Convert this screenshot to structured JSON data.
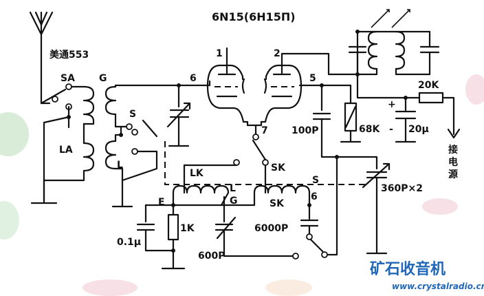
{
  "tube": {
    "title": "6N15(6H15П)"
  },
  "coil_model": "美通553",
  "labels": {
    "sa": "SA",
    "la": "LA",
    "g_top": "G",
    "s_switch": "S",
    "l_coil": "L",
    "pin6": "6",
    "pin1": "1",
    "pin2": "2",
    "pin5": "5",
    "pin7": "7",
    "sk_switch": "SK",
    "lk_coil": "LK",
    "lg_l": "L",
    "lg_g": "G",
    "e_node": "E",
    "sk_coil": "SK",
    "pin6b": "6",
    "s_gang": "S"
  },
  "components": {
    "cap_100p": "100P",
    "res_68k": "68K",
    "res_20k": "20K",
    "cap_20u": "20μ",
    "cap_plus": "+",
    "cap_minus": "-",
    "gang_cap": "360P×2",
    "cap_01u": "0.1μ",
    "res_1k": "1K",
    "cap_600p": "600P",
    "cap_6000p": "6000P"
  },
  "power_label": [
    "接",
    "电",
    "源"
  ],
  "watermark": {
    "name": "矿石收音机",
    "url": "www.crystalradio.cn"
  },
  "colors": {
    "ink": "#111111",
    "watermark_blue": "#1f67b8",
    "watermark_decor_green": "#8fc98f",
    "watermark_decor_pink": "#e9a7b8"
  }
}
